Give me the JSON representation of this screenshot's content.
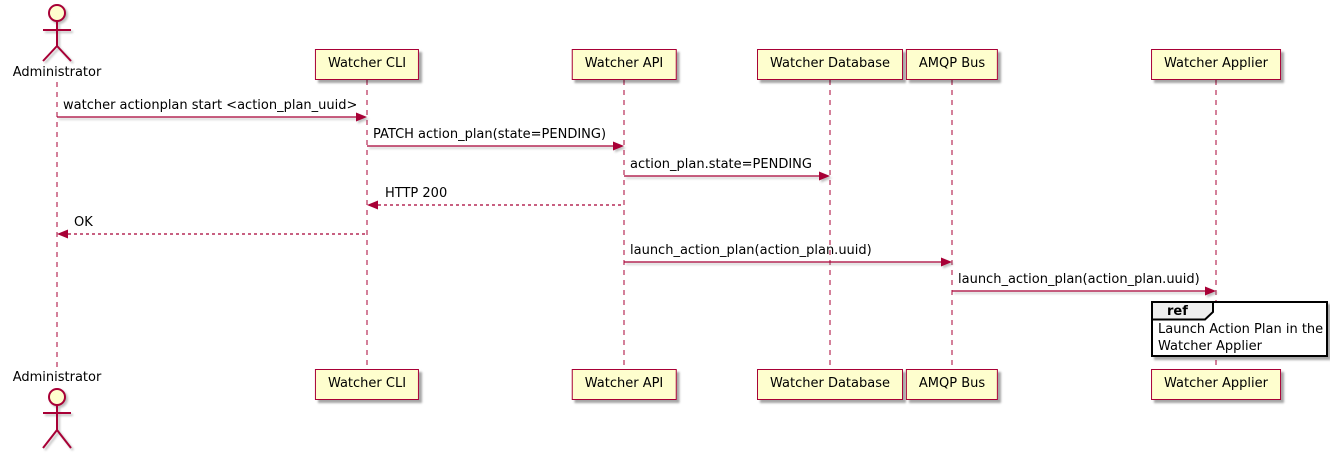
{
  "diagram": {
    "type": "sequence",
    "colors": {
      "background": "#FFFFFF",
      "participant_fill": "#FEFECE",
      "line_and_border": "#A80036",
      "text": "#000000",
      "ref_tab_fill": "#EEEEEE",
      "ref_border": "#000000"
    },
    "actor": {
      "name": "Administrator"
    },
    "participants": [
      {
        "name": "Watcher CLI"
      },
      {
        "name": "Watcher API"
      },
      {
        "name": "Watcher Database"
      },
      {
        "name": "AMQP Bus"
      },
      {
        "name": "Watcher Applier"
      }
    ],
    "messages": [
      {
        "from": "Administrator",
        "to": "Watcher CLI",
        "style": "solid",
        "label": "watcher actionplan start <action_plan_uuid>"
      },
      {
        "from": "Watcher CLI",
        "to": "Watcher API",
        "style": "solid",
        "label": "PATCH action_plan(state=PENDING)"
      },
      {
        "from": "Watcher API",
        "to": "Watcher Database",
        "style": "solid",
        "label": "action_plan.state=PENDING"
      },
      {
        "from": "Watcher API",
        "to": "Watcher CLI",
        "style": "dashed",
        "label": "HTTP 200"
      },
      {
        "from": "Watcher CLI",
        "to": "Administrator",
        "style": "dashed",
        "label": "OK"
      },
      {
        "from": "Watcher API",
        "to": "AMQP Bus",
        "style": "solid",
        "label": "launch_action_plan(action_plan.uuid)"
      },
      {
        "from": "AMQP Bus",
        "to": "Watcher Applier",
        "style": "solid",
        "label": "launch_action_plan(action_plan.uuid)"
      }
    ],
    "ref": {
      "keyword": "ref",
      "text_line1": "Launch Action Plan in the",
      "text_line2": "Watcher Applier"
    }
  }
}
